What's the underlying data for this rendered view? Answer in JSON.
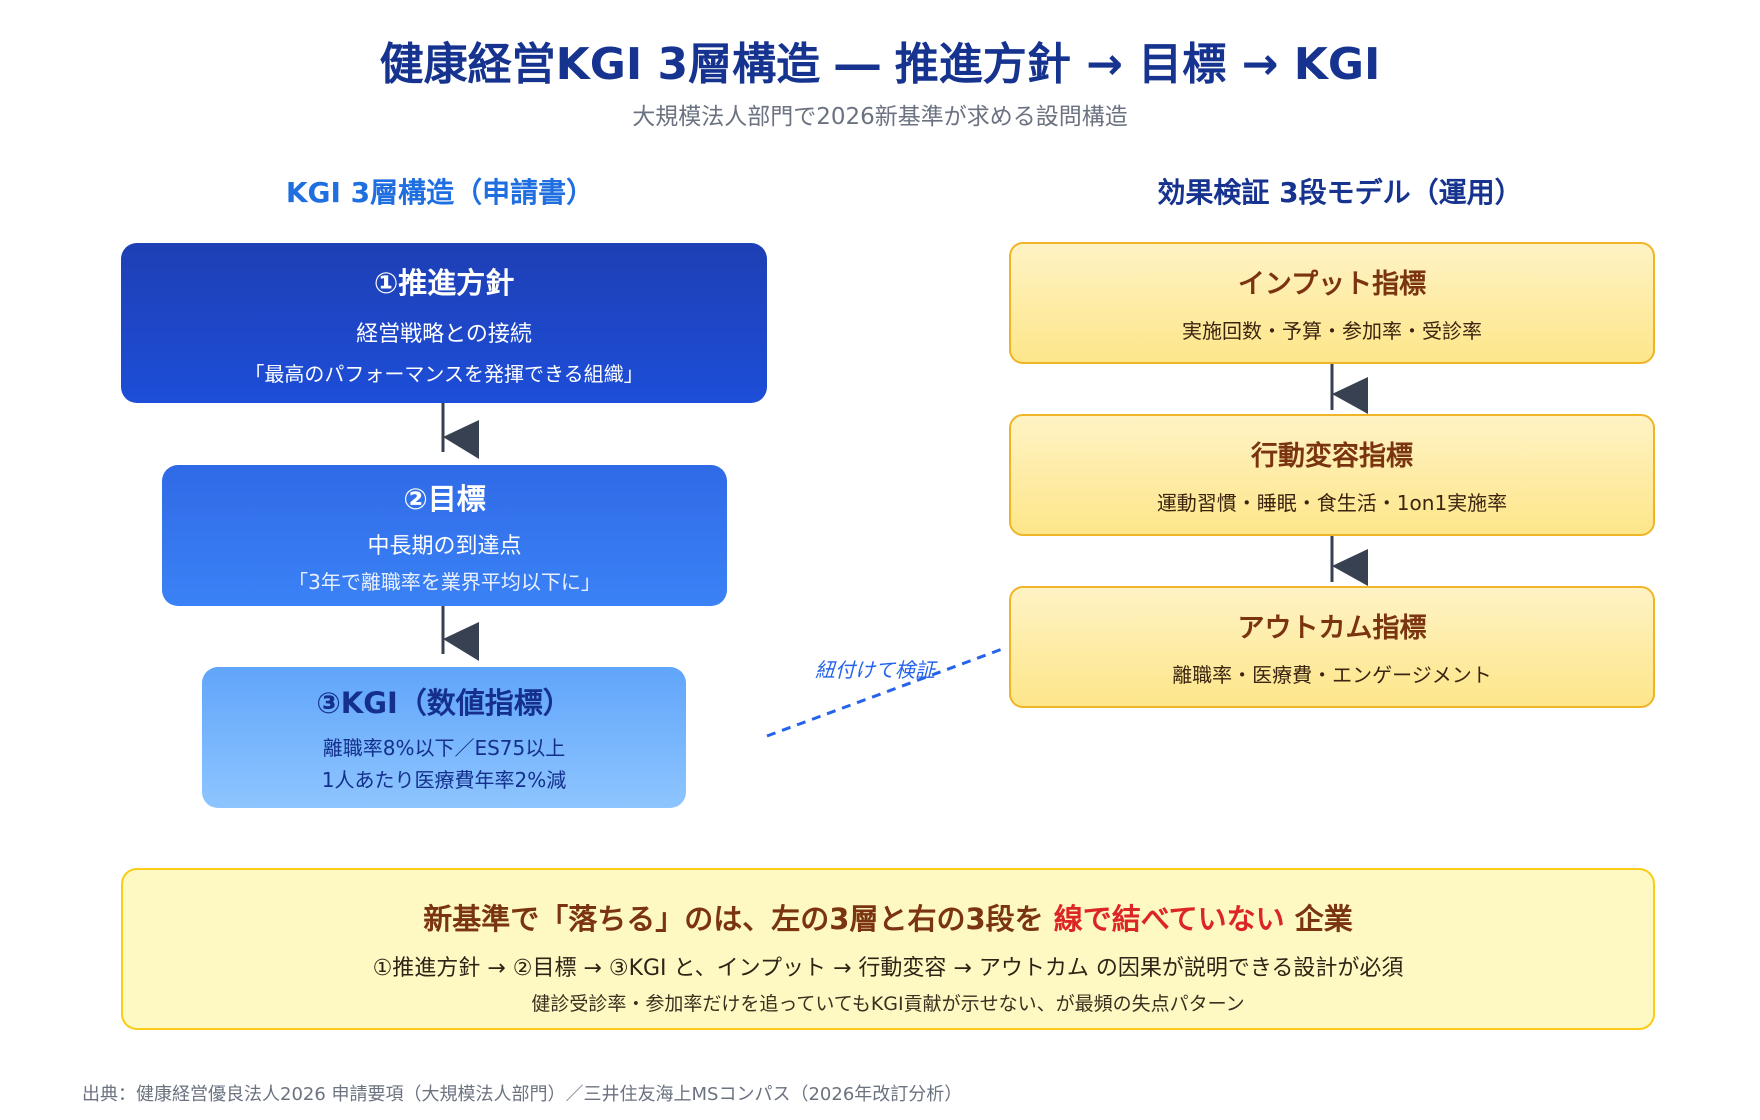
{
  "title": "健康経営KGI 3層構造 ― 推進方針 → 目標 → KGI",
  "subtitle": "大規模法人部門で2026新基準が求める設問構造",
  "left_column": {
    "heading": "KGI 3層構造（申請書）",
    "boxes": [
      {
        "title": "①推進方針",
        "line1": "経営戦略との接続",
        "line2": "「最高のパフォーマンスを発揮できる組織」"
      },
      {
        "title": "②目標",
        "line1": "中長期の到達点",
        "line2": "「3年で離職率を業界平均以下に」"
      },
      {
        "title": "③KGI（数値指標）",
        "line1": "離職率8%以下／ES75以上",
        "line2": "1人あたり医療費年率2%減"
      }
    ]
  },
  "right_column": {
    "heading": "効果検証 3段モデル（運用）",
    "boxes": [
      {
        "title": "インプット指標",
        "line1": "実施回数・予算・参加率・受診率"
      },
      {
        "title": "行動変容指標",
        "line1": "運動習慣・睡眠・食生活・1on1実施率"
      },
      {
        "title": "アウトカム指標",
        "line1": "離職率・医療費・エンゲージメント"
      }
    ]
  },
  "link_label": "紐付けて検証",
  "bottom": {
    "headline_pre": "新基準で「落ちる」のは、左の3層と右の3段を",
    "headline_em": "線で結べていない",
    "headline_post": "企業",
    "line1": "①推進方針 → ②目標 → ③KGI と、インプット → 行動変容 → アウトカム の因果が説明できる設計が必須",
    "line2": "健診受診率・参加率だけを追っていてもKGI貢献が示せない、が最頻の失点パターン"
  },
  "source": "出典：健康経営優良法人2026 申請要項（大規模法人部門）／三井住友海上MSコンパス（2026年改訂分析）",
  "colors": {
    "title": "#15338f",
    "accent_blue": "#1f6fe0",
    "box1": "#1d4ed8",
    "box2": "#3b82f6",
    "box3": "#8ec5ff",
    "yellow_fill": "#fde68a",
    "yellow_border": "#f0b429",
    "emphasis_red": "#dc2626",
    "arrow": "#374151"
  }
}
